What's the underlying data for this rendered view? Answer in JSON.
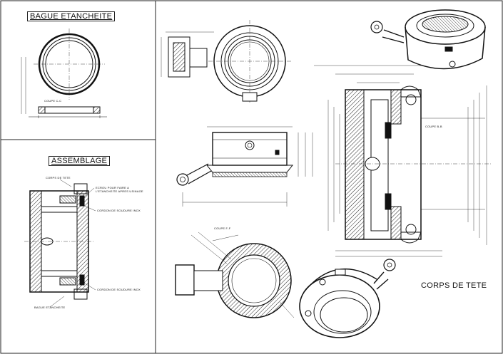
{
  "titles": {
    "bague": "BAGUE ETANCHEITE",
    "assemblage": "ASSEMBLAGE",
    "corps": "CORPS DE TETE"
  },
  "annotations": {
    "coupe_cc": "COUPE C-C",
    "corps_de_tete": "CORPS DE TETE",
    "ecrou": "ECROU POUR FAIRE A L'ETANCHEITE APRES USINAGE",
    "cordon_top": "CORDON DE SOUDURE INOX",
    "cordon_bot": "CORDON DE SOUDURE INOX",
    "bague_etancheite": "BAGUE ETANCHEITE",
    "coupe_bb": "COUPE B-B",
    "coupe_ff": "COUPE F-F"
  },
  "colors": {
    "ink": "#111111",
    "paper": "#ffffff",
    "hatch": "#222222"
  }
}
